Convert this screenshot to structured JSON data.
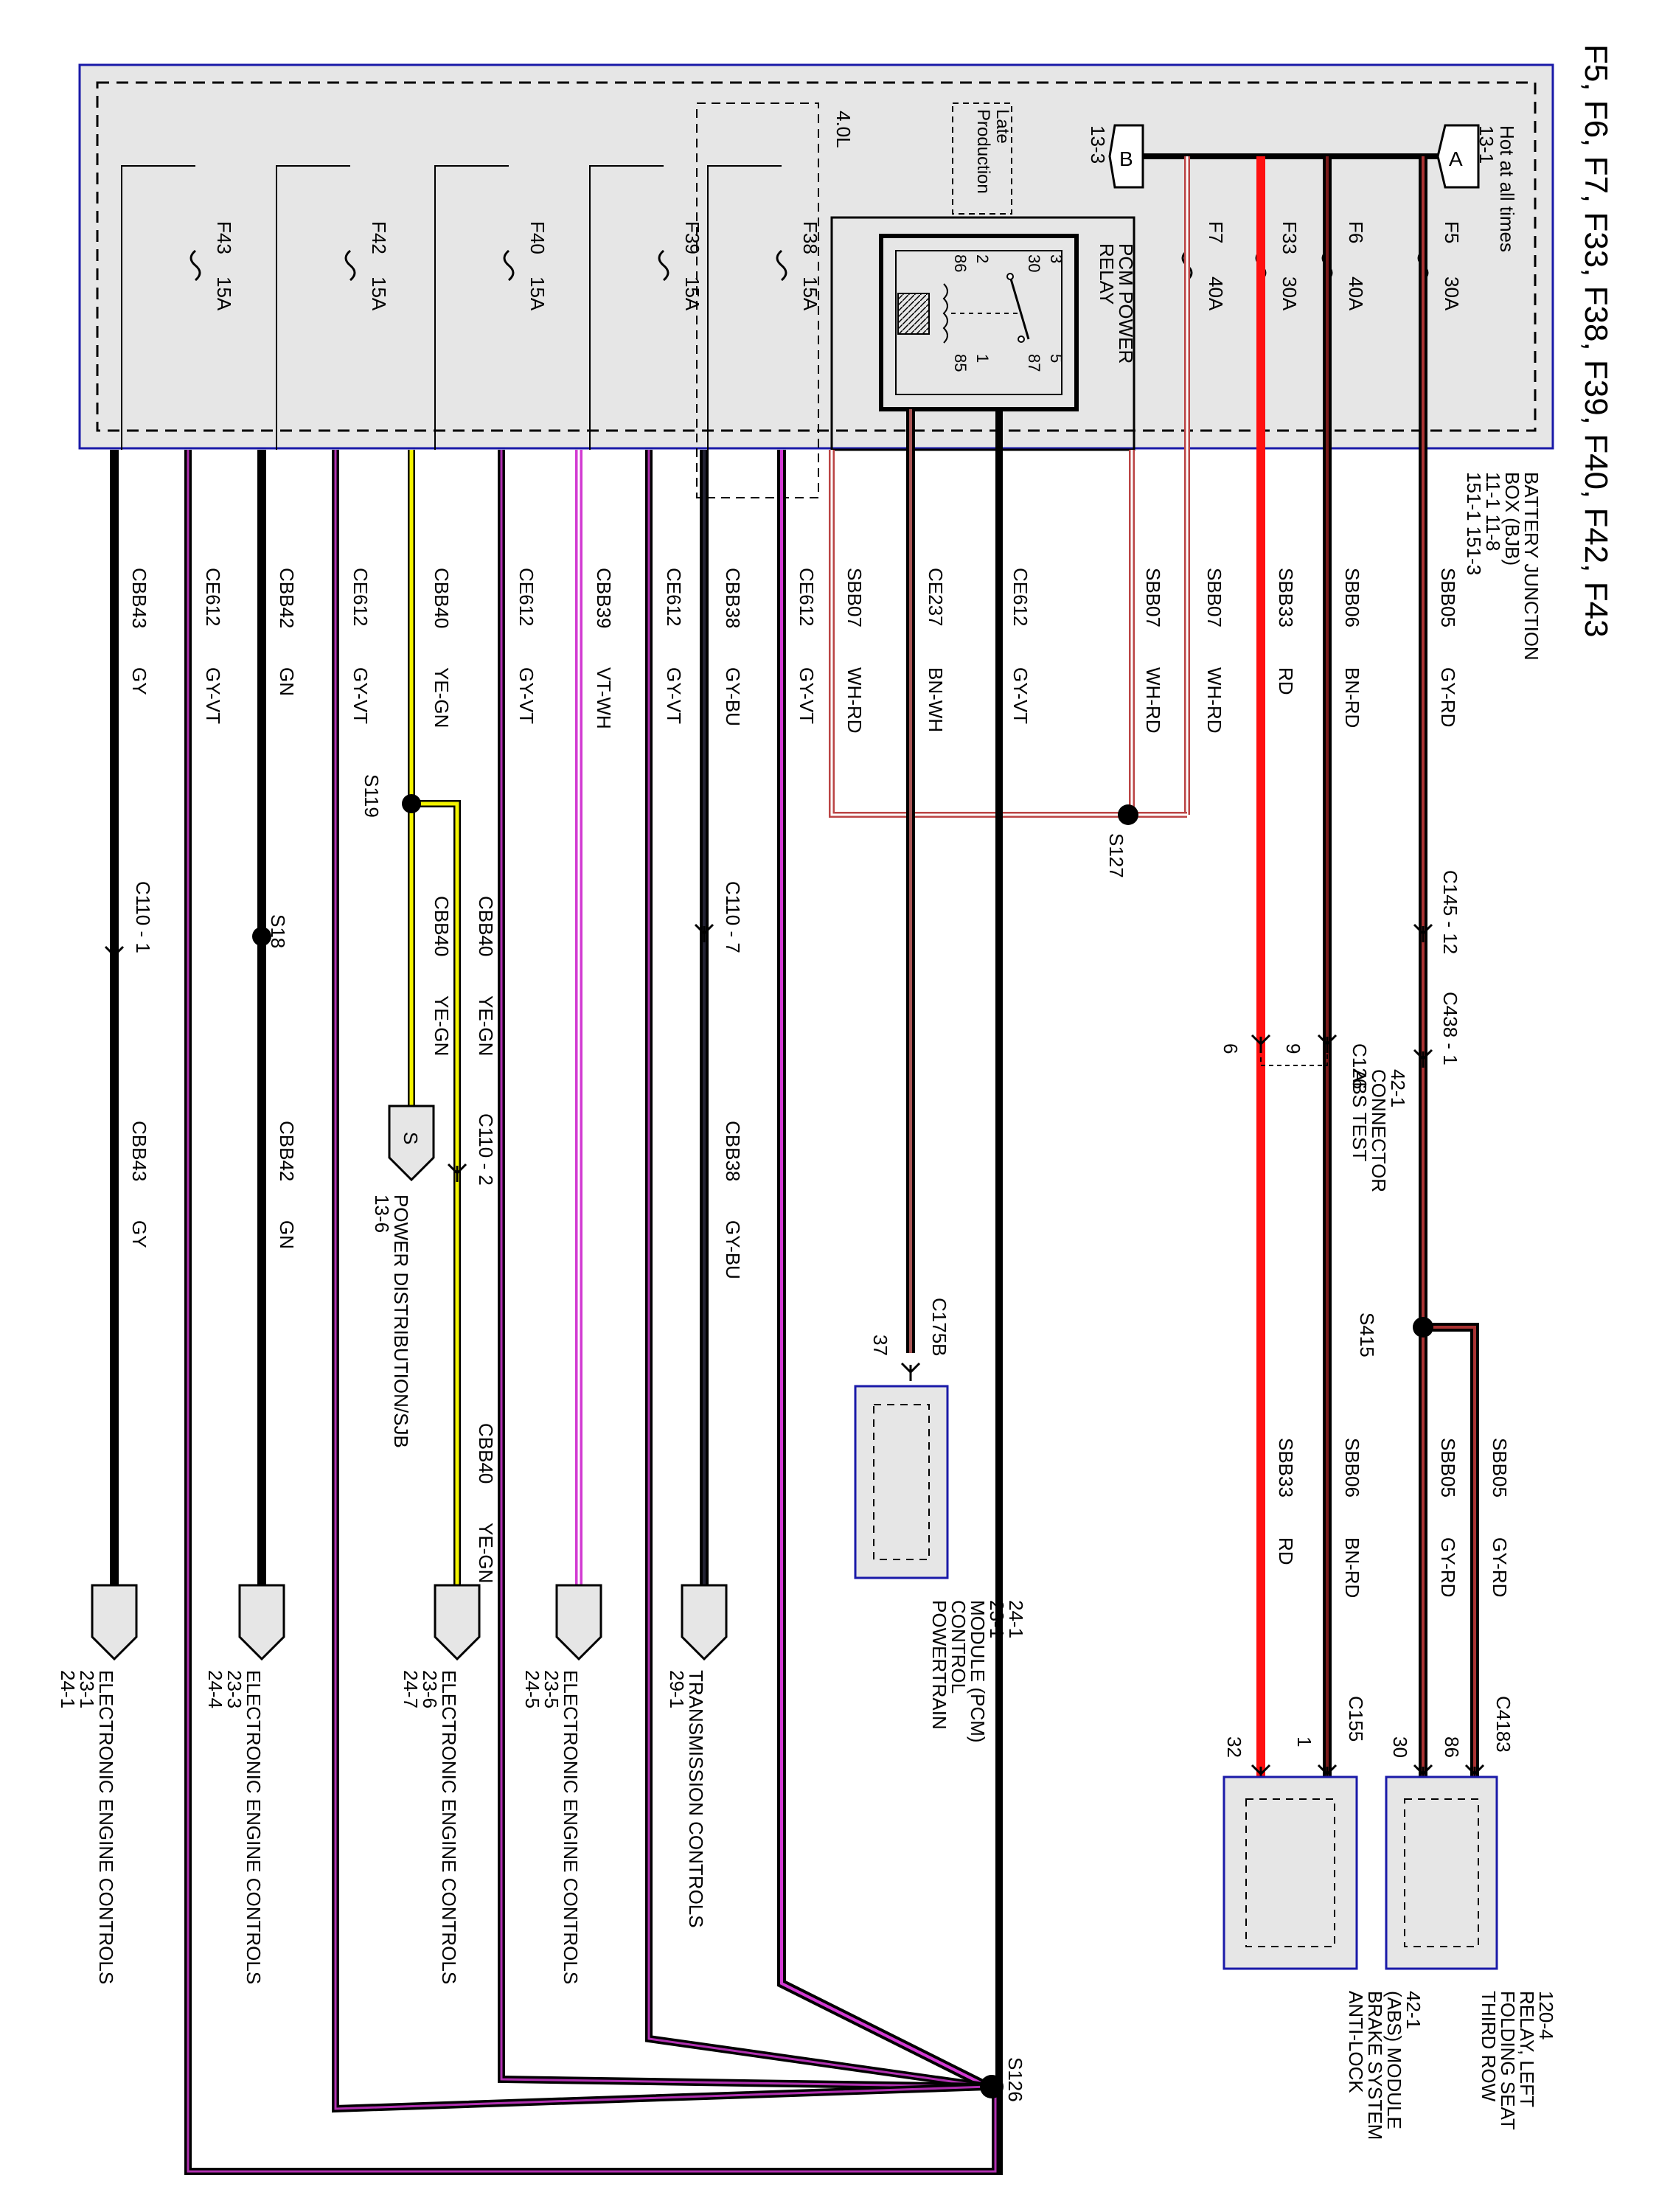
{
  "title": "F5, F6, F7, F33, F38, F39, F40, F42, F43",
  "bjb": {
    "lines": [
      "BATTERY JUNCTION",
      "BOX (BJB)",
      "11-1      11-8",
      "151-1    151-3"
    ],
    "hot_label": [
      "Hot at all times",
      "13-1"
    ],
    "conn_a": "A",
    "conn_b": "B",
    "conn_b_ref": "13-3",
    "late_production": [
      "Late",
      "Production"
    ],
    "engine_40l": "4.0L"
  },
  "relay": {
    "title": [
      "PCM POWER",
      "RELAY"
    ],
    "pins": [
      "3",
      "30",
      "5",
      "87",
      "2",
      "86",
      "1",
      "85"
    ]
  },
  "fuses": [
    {
      "name": "F5",
      "rating": "30A"
    },
    {
      "name": "F6",
      "rating": "40A"
    },
    {
      "name": "F33",
      "rating": "30A"
    },
    {
      "name": "F7",
      "rating": "40A"
    },
    {
      "name": "F38",
      "rating": "15A"
    },
    {
      "name": "F39",
      "rating": "15A"
    },
    {
      "name": "F40",
      "rating": "15A"
    },
    {
      "name": "F42",
      "rating": "15A"
    },
    {
      "name": "F43",
      "rating": "15A"
    }
  ],
  "wires": [
    {
      "circuit": "SBB05",
      "color": "GY-RD"
    },
    {
      "circuit": "SBB06",
      "color": "BN-RD"
    },
    {
      "circuit": "SBB33",
      "color": "RD"
    },
    {
      "circuit": "SBB07",
      "color": "WH-RD"
    },
    {
      "circuit": "SBB07",
      "color": "WH-RD"
    },
    {
      "circuit": "CE612",
      "color": "GY-VT"
    },
    {
      "circuit": "CE237",
      "color": "BN-WH"
    },
    {
      "circuit": "SBB07",
      "color": "WH-RD"
    },
    {
      "circuit": "CE612",
      "color": "GY-VT"
    },
    {
      "circuit": "CBB38",
      "color": "GY-BU"
    },
    {
      "circuit": "CE612",
      "color": "GY-VT"
    },
    {
      "circuit": "CBB39",
      "color": "VT-WH"
    },
    {
      "circuit": "CE612",
      "color": "GY-VT"
    },
    {
      "circuit": "CBB40",
      "color": "YE-GN"
    },
    {
      "circuit": "CE612",
      "color": "GY-VT"
    },
    {
      "circuit": "CBB42",
      "color": "GN"
    },
    {
      "circuit": "CE612",
      "color": "GY-VT"
    },
    {
      "circuit": "CBB43",
      "color": "GY"
    }
  ],
  "connectors": {
    "c145": "C145 - 12",
    "c438": "C438 - 1",
    "c126": "C126",
    "c126_pin9": "9",
    "c126_pin6": "6",
    "abs_test": [
      "ABS TEST",
      "CONNECTOR",
      "42-1"
    ],
    "s415": "S415",
    "s127": "S127",
    "s119": "S119",
    "s18": "S18",
    "c110_7": "C110 - 7",
    "c110_2": "C110 - 2",
    "c110_1": "C110 - 1",
    "c175b": "C175B",
    "c175b_pin": "37",
    "c4183": "C4183",
    "c4183_pin86": "86",
    "c4183_pin30": "30",
    "c155": "C155",
    "c155_pin1": "1",
    "c155_pin32": "32",
    "s126": "S126",
    "s_label": "S"
  },
  "branch_wires": [
    {
      "circuit": "SBB05",
      "color": "GY-RD"
    },
    {
      "circuit": "SBB05",
      "color": "GY-RD"
    },
    {
      "circuit": "SBB06",
      "color": "BN-RD"
    },
    {
      "circuit": "SBB33",
      "color": "RD"
    },
    {
      "circuit": "CBB38",
      "color": "GY-BU"
    },
    {
      "circuit": "CBB40",
      "color": "YE-GN"
    },
    {
      "circuit": "CBB40",
      "color": "YE-GN"
    },
    {
      "circuit": "CBB40",
      "color": "YE-GN"
    },
    {
      "circuit": "CBB42",
      "color": "GN"
    },
    {
      "circuit": "CBB43",
      "color": "GY"
    }
  ],
  "destinations": {
    "third_row": [
      "THIRD ROW",
      "FOLDING SEAT",
      "RELAY, LEFT",
      "120-4"
    ],
    "abs": [
      "ANTI-LOCK",
      "BRAKE SYSTEM",
      "(ABS) MODULE",
      "42-1"
    ],
    "pcm": [
      "POWERTRAIN",
      "CONTROL",
      "MODULE (PCM)",
      "23-1",
      "24-1"
    ],
    "power_dist": [
      "POWER DISTRIBUTION/SJB",
      "13-6"
    ],
    "trans": [
      "TRANSMISSION CONTROLS",
      "29-1"
    ],
    "eec_39": [
      "ELECTRONIC ENGINE CONTROLS",
      "23-5",
      "24-5"
    ],
    "eec_40": [
      "ELECTRONIC ENGINE CONTROLS",
      "23-6",
      "24-7"
    ],
    "eec_42": [
      "ELECTRONIC ENGINE CONTROLS",
      "23-3",
      "24-4"
    ],
    "eec_43": [
      "ELECTRONIC ENGINE CONTROLS",
      "23-1",
      "24-1"
    ]
  }
}
